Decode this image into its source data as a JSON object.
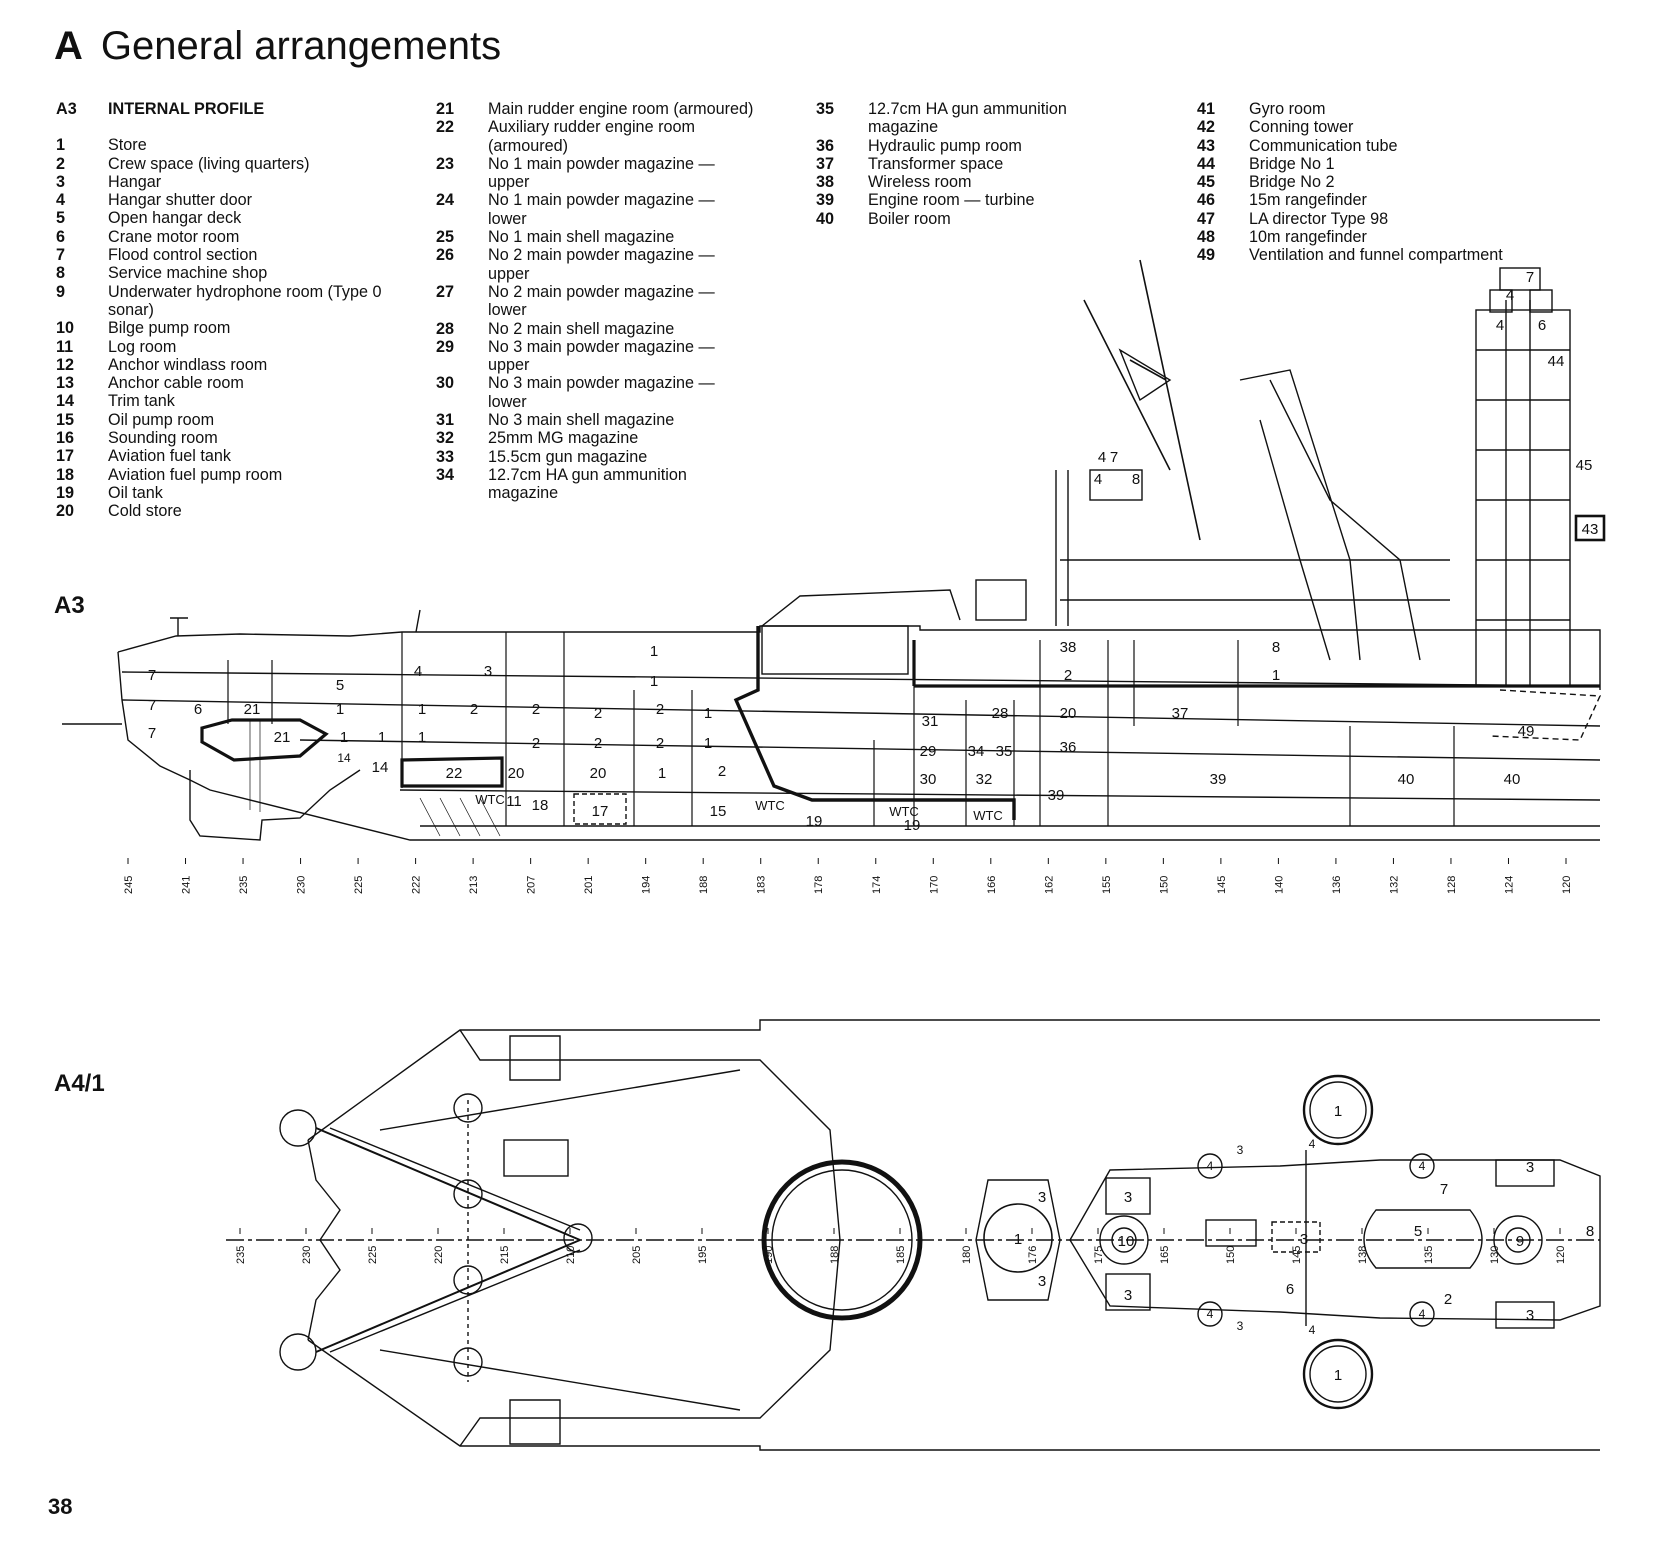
{
  "header": {
    "section_letter": "A",
    "section_title": "General arrangements"
  },
  "legend": {
    "code": "A3",
    "heading": "INTERNAL PROFILE",
    "items": [
      {
        "n": "1",
        "t": "Store"
      },
      {
        "n": "2",
        "t": "Crew space (living quarters)"
      },
      {
        "n": "3",
        "t": "Hangar"
      },
      {
        "n": "4",
        "t": "Hangar shutter door"
      },
      {
        "n": "5",
        "t": "Open hangar deck"
      },
      {
        "n": "6",
        "t": "Crane motor room"
      },
      {
        "n": "7",
        "t": "Flood control section"
      },
      {
        "n": "8",
        "t": "Service machine shop"
      },
      {
        "n": "9",
        "t": "Underwater hydrophone room (Type 0 sonar)"
      },
      {
        "n": "10",
        "t": "Bilge pump room"
      },
      {
        "n": "11",
        "t": "Log room"
      },
      {
        "n": "12",
        "t": "Anchor windlass room"
      },
      {
        "n": "13",
        "t": "Anchor cable room"
      },
      {
        "n": "14",
        "t": "Trim tank"
      },
      {
        "n": "15",
        "t": "Oil pump room"
      },
      {
        "n": "16",
        "t": "Sounding room"
      },
      {
        "n": "17",
        "t": "Aviation fuel tank"
      },
      {
        "n": "18",
        "t": "Aviation fuel pump room"
      },
      {
        "n": "19",
        "t": "Oil tank"
      },
      {
        "n": "20",
        "t": "Cold store"
      },
      {
        "n": "21",
        "t": "Main rudder engine room (armoured)"
      },
      {
        "n": "22",
        "t": "Auxiliary rudder engine room (armoured)"
      },
      {
        "n": "23",
        "t": "No 1 main powder magazine — upper"
      },
      {
        "n": "24",
        "t": "No 1 main powder magazine — lower"
      },
      {
        "n": "25",
        "t": "No 1 main shell magazine"
      },
      {
        "n": "26",
        "t": "No 2 main powder magazine — upper"
      },
      {
        "n": "27",
        "t": "No 2 main powder magazine — lower"
      },
      {
        "n": "28",
        "t": "No 2 main shell magazine"
      },
      {
        "n": "29",
        "t": "No 3 main powder magazine — upper"
      },
      {
        "n": "30",
        "t": "No 3 main powder magazine — lower"
      },
      {
        "n": "31",
        "t": "No 3 main shell magazine"
      },
      {
        "n": "32",
        "t": "25mm MG magazine"
      },
      {
        "n": "33",
        "t": "15.5cm gun magazine"
      },
      {
        "n": "34",
        "t": "12.7cm HA gun ammunition magazine"
      },
      {
        "n": "35",
        "t": "12.7cm HA gun ammunition magazine"
      },
      {
        "n": "36",
        "t": "Hydraulic pump room"
      },
      {
        "n": "37",
        "t": "Transformer space"
      },
      {
        "n": "38",
        "t": "Wireless room"
      },
      {
        "n": "39",
        "t": "Engine room — turbine"
      },
      {
        "n": "40",
        "t": "Boiler room"
      },
      {
        "n": "41",
        "t": "Gyro room"
      },
      {
        "n": "42",
        "t": "Conning tower"
      },
      {
        "n": "43",
        "t": "Communication tube"
      },
      {
        "n": "44",
        "t": "Bridge No 1"
      },
      {
        "n": "45",
        "t": "Bridge No 2"
      },
      {
        "n": "46",
        "t": "15m rangefinder"
      },
      {
        "n": "47",
        "t": "LA director Type 98"
      },
      {
        "n": "48",
        "t": "10m rangefinder"
      },
      {
        "n": "49",
        "t": "Ventilation and funnel compartment"
      }
    ]
  },
  "figures": {
    "profile_label": "A3",
    "plan_label": "A4/1",
    "profile_frames": [
      "245",
      "241",
      "235",
      "230",
      "225",
      "222",
      "213",
      "207",
      "201",
      "194",
      "188",
      "183",
      "178",
      "174",
      "170",
      "166",
      "162",
      "155",
      "150",
      "145",
      "140",
      "136",
      "132",
      "128",
      "124",
      "120"
    ],
    "plan_frames": [
      "235",
      "230",
      "225",
      "220",
      "215",
      "210",
      "205",
      "195",
      "190",
      "188",
      "185",
      "180",
      "176",
      "175",
      "165",
      "150",
      "145",
      "138",
      "135",
      "130",
      "120"
    ],
    "profile_labels": {
      "p1a": "1",
      "p1b": "1",
      "p1c": "1",
      "p1d": "1",
      "p1e": "1",
      "p1f": "1",
      "p1g": "1",
      "p1h": "1",
      "p1i": "1",
      "p1j": "1",
      "p2a": "2",
      "p2b": "2",
      "p2c": "2",
      "p2d": "2",
      "p2e": "2",
      "p2f": "2",
      "p2g": "2",
      "p2h": "2",
      "p2i": "2",
      "p3": "3",
      "p4a": "4",
      "p4b": "4",
      "p4c": "4",
      "p4d": "4",
      "p4e": "4",
      "p5": "5",
      "p6a": "6",
      "p6b": "6",
      "p7a": "7",
      "p7b": "7",
      "p7c": "7",
      "p7d": "7",
      "p7e": "7",
      "p8a": "8",
      "p8b": "8",
      "p11": "11",
      "p14a": "14",
      "p14b": "14",
      "p15": "15",
      "p17": "17",
      "p18": "18",
      "p19a": "19",
      "p19b": "19",
      "p20a": "20",
      "p20b": "20",
      "p20c": "20",
      "p21a": "21",
      "p21b": "21",
      "p22": "22",
      "p28": "28",
      "p29": "29",
      "p30": "30",
      "p31": "31",
      "p32": "32",
      "p34": "34",
      "p35": "35",
      "p36": "36",
      "p37": "37",
      "p38": "38",
      "p39a": "39",
      "p39b": "39",
      "p40a": "40",
      "p40b": "40",
      "p43": "43",
      "p44": "44",
      "p45": "45",
      "p49": "49",
      "wtc1": "WTC",
      "wtc2": "WTC",
      "wtc3": "WTC",
      "wtc4": "WTC"
    },
    "plan_labels": {
      "t1a": "1",
      "t1b": "1",
      "t1c": "1",
      "t2": "2",
      "t3a": "3",
      "t3b": "3",
      "t3c": "3",
      "t3d": "3",
      "t3e": "3",
      "t3f": "3",
      "t3g": "3",
      "t3h": "3",
      "t3i": "3",
      "t4a": "4",
      "t4b": "4",
      "t4c": "4",
      "t4d": "4",
      "t4e": "4",
      "t4f": "4",
      "t5": "5",
      "t6": "6",
      "t7": "7",
      "t8": "8",
      "t9": "9",
      "t10": "10"
    }
  },
  "page": {
    "number": "38"
  }
}
